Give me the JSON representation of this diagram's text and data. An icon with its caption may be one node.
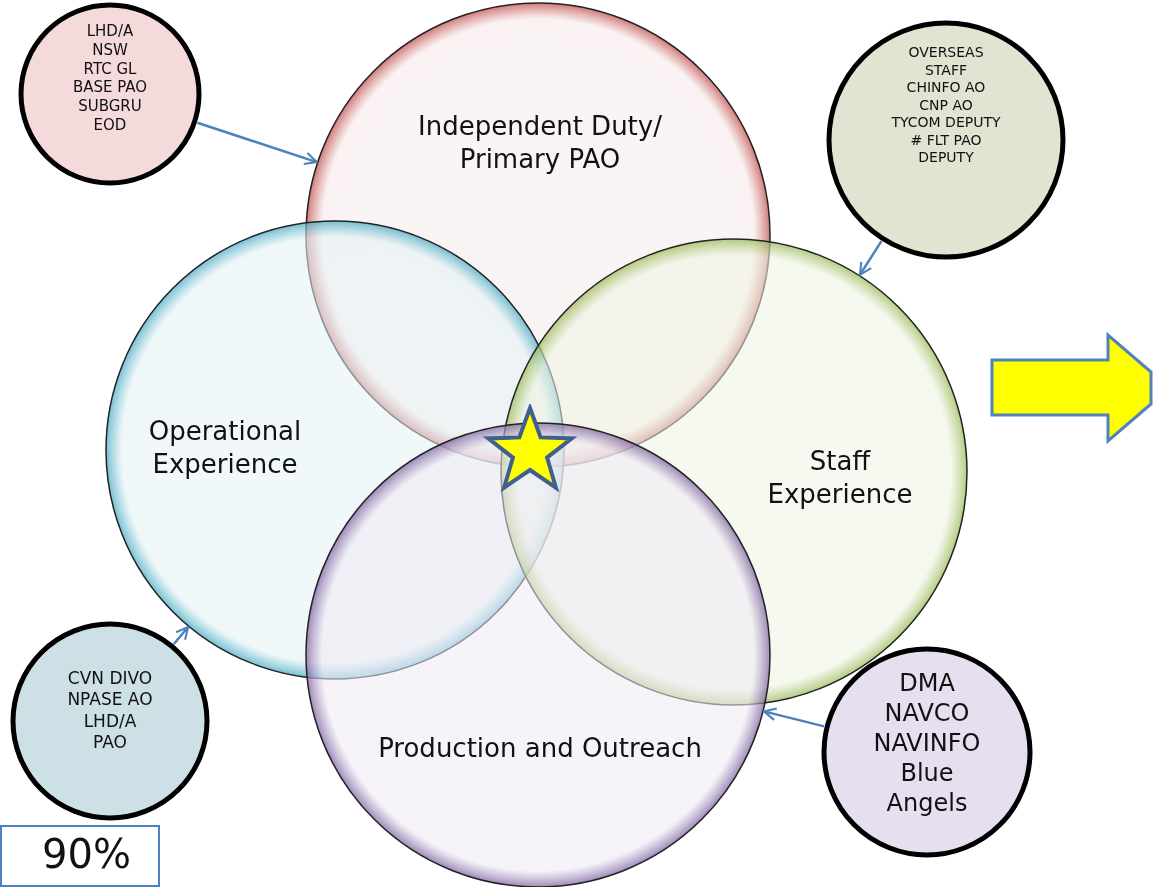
{
  "diagram": {
    "nodes": [
      {
        "text": [
          "LHD/A",
          "NSW",
          "RTC GL",
          "BASE PAO",
          "SUBGRU",
          "EOD"
        ]
      },
      {
        "text": [
          "Independent Duty/ Primary PAO"
        ]
      },
      {
        "text": [
          "OVERSEAS",
          "STAFF",
          "CHINFO AO",
          "CNP AO",
          "TYCOM DEPUTY",
          "# FLT PAO",
          "DEPUTY"
        ]
      },
      {
        "text": [
          "Operational Experience"
        ]
      },
      {
        "text": [
          "Staff Experience"
        ]
      },
      {
        "text": [
          "CVN DIVO",
          "NPASE AO",
          "LHD/A",
          "PAO"
        ]
      },
      {
        "text": [
          "Production and Outreach"
        ]
      },
      {
        "text": [
          "DMA",
          "NAVCO",
          "NAVINFO",
          "Blue",
          "Angels"
        ]
      },
      {
        "text": [
          "90%"
        ]
      },
      {
        "text": [],
        "shape": "star"
      }
    ],
    "edges": [
      {
        "from": 0,
        "to": 1,
        "arrow": "to"
      },
      {
        "from": 2,
        "to": 4,
        "arrow": "to"
      },
      {
        "from": 5,
        "to": 3,
        "arrow": "to"
      },
      {
        "from": 7,
        "to": 6,
        "arrow": "to"
      }
    ]
  }
}
